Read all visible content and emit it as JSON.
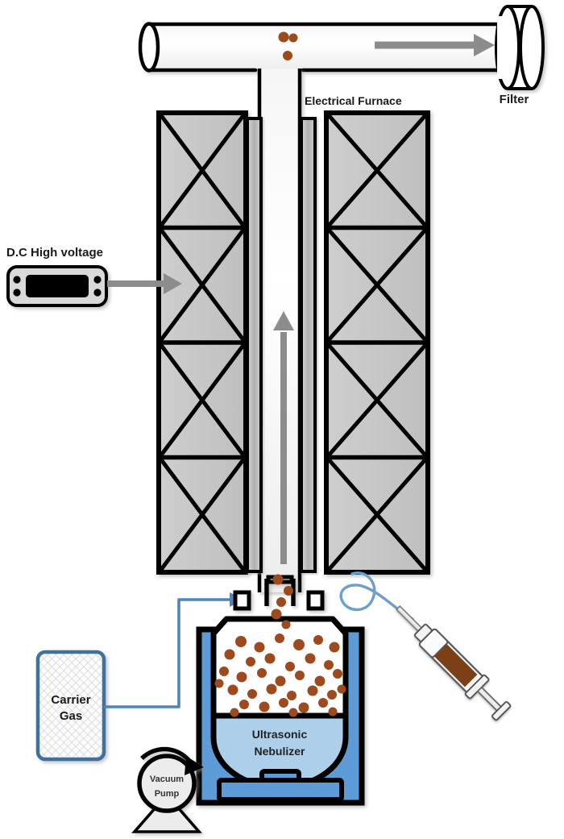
{
  "figure": {
    "title": "Electrospray / ultrasonic nebulizer aerosol synthesis apparatus schematic",
    "labels": {
      "filter": "Filter",
      "electrical_furnace": "Electrical Furnace",
      "dc_high_voltage": "D.C High voltage",
      "carrier_gas_line1": "Carrier",
      "carrier_gas_line2": "Gas",
      "ultrasonic_line1": "Ultrasonic",
      "ultrasonic_line2": "Nebulizer",
      "vacuum_line1": "Vacuum",
      "vacuum_line2": "Pump"
    },
    "colors": {
      "outline": "#000000",
      "furnace_block_fill": "#c6c6c6",
      "furnace_strip_fill": "#b3b3b3",
      "particle_brown": "#9c4a1e",
      "syringe_barrel": "#7b3f16",
      "nebulizer_blue": "#5b9bd5",
      "nebulizer_liquid_blue": "#aecfea",
      "carrier_gas_border": "#41719c",
      "carrier_gas_fill": "#fbfbfb",
      "arrow_gray": "#8c8c8c",
      "tube_blue": "#6d9ece",
      "pump_fill": "#ebebeb",
      "dc_box_fill": "#d9d9d9",
      "dc_display_fill": "#000000"
    },
    "components": [
      {
        "name": "horizontal-outlet-tube",
        "kind": "tube"
      },
      {
        "name": "filter-cylinder",
        "kind": "filter"
      },
      {
        "name": "gas-flow-arrow",
        "kind": "arrow",
        "direction": "right"
      },
      {
        "name": "vertical-reactor-tube",
        "kind": "tube"
      },
      {
        "name": "furnace-left-column",
        "kind": "heating-element",
        "blocks": 4
      },
      {
        "name": "furnace-right-column",
        "kind": "heating-element",
        "blocks": 4
      },
      {
        "name": "upward-flow-arrow",
        "kind": "arrow",
        "direction": "up"
      },
      {
        "name": "dc-high-voltage-supply",
        "kind": "power-supply"
      },
      {
        "name": "dc-voltage-arrow",
        "kind": "arrow",
        "direction": "right"
      },
      {
        "name": "carrier-gas-cylinder",
        "kind": "gas-source"
      },
      {
        "name": "carrier-gas-line",
        "kind": "pipe"
      },
      {
        "name": "ultrasonic-nebulizer",
        "kind": "nebulizer"
      },
      {
        "name": "vacuum-pump",
        "kind": "pump"
      },
      {
        "name": "syringe",
        "kind": "syringe"
      },
      {
        "name": "syringe-feed-tube",
        "kind": "pipe"
      },
      {
        "name": "aerosol-particles",
        "kind": "particles"
      }
    ]
  }
}
